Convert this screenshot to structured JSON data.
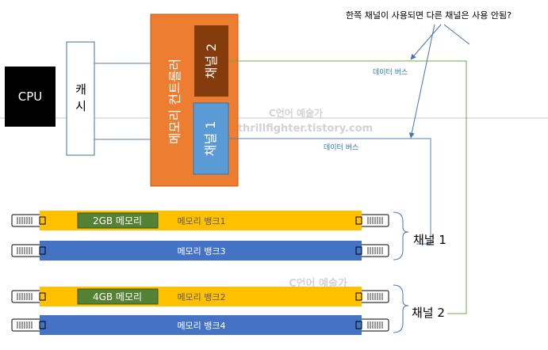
{
  "cpu_label": "CPU",
  "cache_label": [
    "캐",
    "시"
  ],
  "controller_label": "메모리 컨트롤러",
  "channel_box_2": "채널 2",
  "channel_box_1": "채널 1",
  "data_bus_top": "데이터 버스",
  "data_bus_bottom": "데이터 버스",
  "question": "한쪽 채널이 사용되면 다른 채널은 사용 안됨?",
  "watermark": {
    "line1": "C언어 예술가",
    "line2": "thrillfighter.tistory.com"
  },
  "modules": [
    {
      "bank_label": "메모리 뱅크1",
      "chip_label": "2GB 메모리",
      "color": "#FFC000"
    },
    {
      "bank_label": "메모리 뱅크3",
      "chip_label": "",
      "color": "#4472C4"
    },
    {
      "bank_label": "메모리 뱅크2",
      "chip_label": "4GB 메모리",
      "color": "#FFC000"
    },
    {
      "bank_label": "메모리 뱅크4",
      "chip_label": "",
      "color": "#4472C4"
    }
  ],
  "group_label_1": "채널 1",
  "group_label_2": "채널 2",
  "colors": {
    "controller": "#ED7D31",
    "channel2_box": "#843C0C",
    "channel1_box": "#5B9BD5",
    "bus_blue": "#5B7FA8",
    "bus_green": "#70AD47",
    "chip": "#548235"
  }
}
